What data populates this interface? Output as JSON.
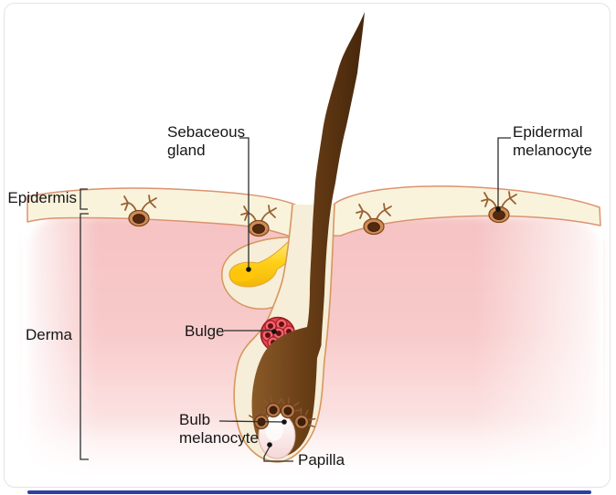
{
  "figure": {
    "labels": {
      "sebaceous_gland": {
        "line1": "Sebaceous",
        "line2": "gland"
      },
      "epidermal_melanocyte": {
        "line1": "Epidermal",
        "line2": "melanocyte"
      },
      "epidermis": {
        "text": "Epidermis"
      },
      "derma": {
        "text": "Derma"
      },
      "bulge": {
        "text": "Bulge"
      },
      "bulb_melanocyte": {
        "line1": "Bulb",
        "line2": "melanocyte"
      },
      "papilla": {
        "text": "Papilla"
      }
    },
    "colors": {
      "derma_pink": "#f8c9c9",
      "epidermis_cream": "#faf3dc",
      "skin_outline_salmon": "#db9270",
      "hair_brown_dark": "#4a2a0c",
      "hair_brown_light": "#8a5a28",
      "sebaceous_yellow": "#ffd118",
      "bulge_red": "#e8474f",
      "melanocyte_tan": "#cd8c55",
      "papilla_pink": "#fbe3e3",
      "label_text": "#161616",
      "leader_line": "#2d2d2d",
      "bottom_accent_bar": "#2f3f9e",
      "card_border": "#e5e2e2"
    }
  }
}
